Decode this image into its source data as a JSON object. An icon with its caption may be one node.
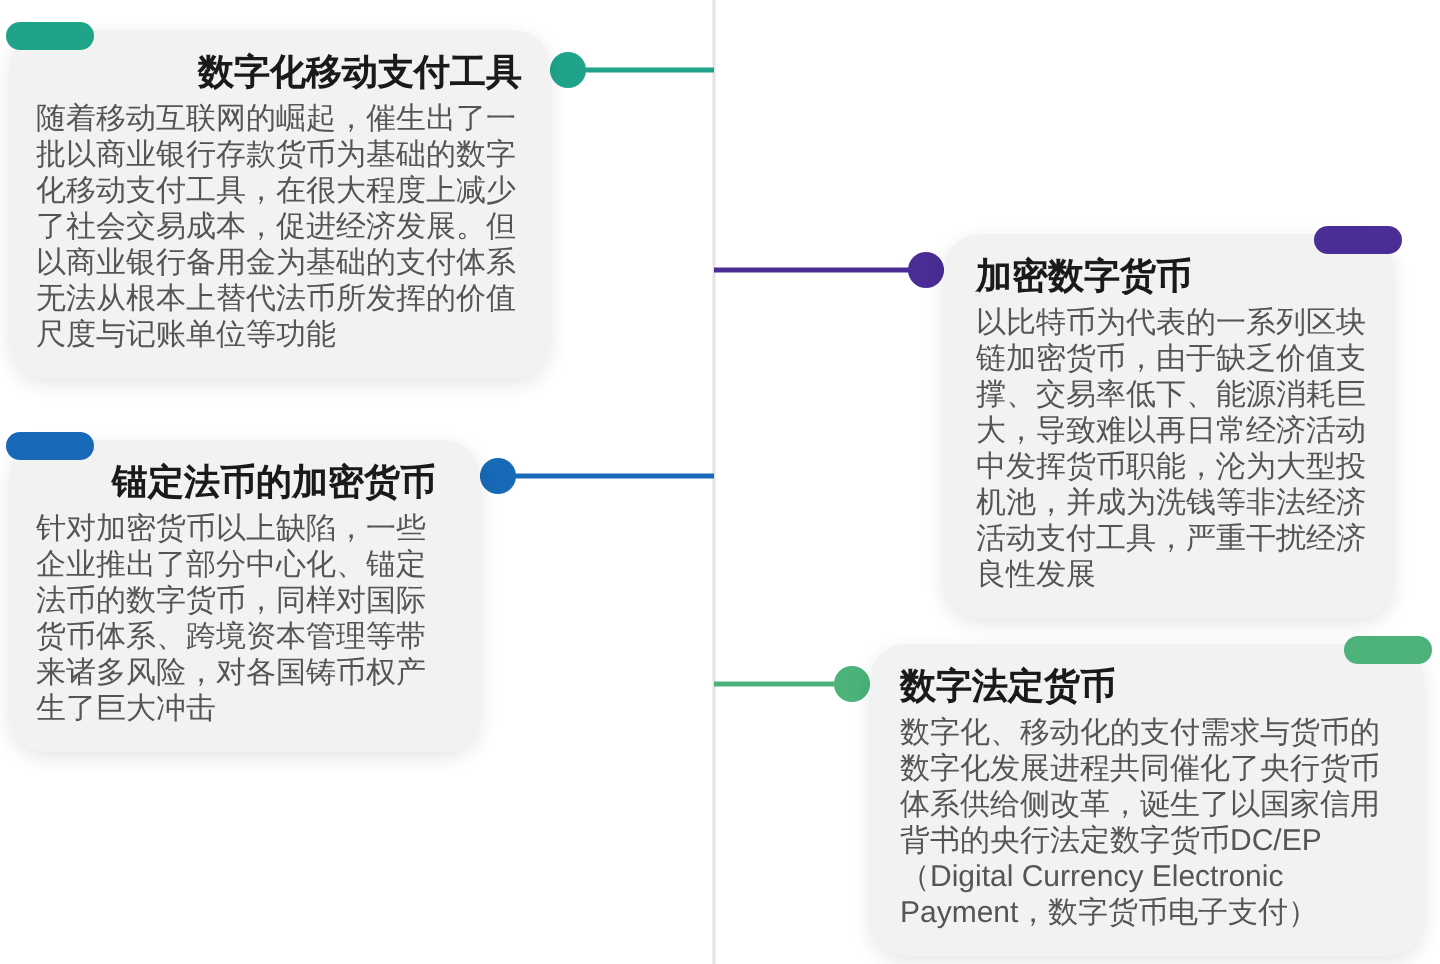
{
  "diagram": {
    "nodes": [
      {
        "text": [
          "数字化移动支付工具",
          "随着移动互联网的崛起，催生出了一批以商业银行存款货币为基础的数字化移动支付工具，在很大程度上减少了社会交易成本，促进经济发展。但以商业银行备用金为基础的支付体系无法从根本上替代法币所发挥的价值尺度与记账单位等功能"
        ]
      },
      {
        "text": [
          "加密数字货币",
          "以比特币为代表的一系列区块链加密货币，由于缺乏价值支撑、交易率低下、能源消耗巨大，导致难以再日常经济活动中发挥货币职能，沦为大型投机池，并成为洗钱等非法经济活动支付工具，严重干扰经济良性发展"
        ]
      },
      {
        "text": [
          "锚定法币的加密货币",
          "针对加密货币以上缺陷，一些企业推出了部分中心化、锚定法币的数字货币，同样对国际货币体系、跨境资本管理等带来诸多风险，对各国铸币权产生了巨大冲击"
        ]
      },
      {
        "text": [
          "数字法定货币",
          "数字化、移动化的支付需求与货币的数字化发展进程共同催化了央行货币体系供给侧改革，诞生了以国家信用背书的央行法定数字货币DC/EP（Digital Currency Electronic Payment，数字货币电子支付）"
        ]
      }
    ],
    "edges": [
      {
        "from": null,
        "to": 0,
        "arrow": "other",
        "color": "#1fa48a"
      },
      {
        "from": null,
        "to": 1,
        "arrow": "other",
        "color": "#4a2d95"
      },
      {
        "from": null,
        "to": 2,
        "arrow": "other",
        "color": "#1869b8"
      },
      {
        "from": null,
        "to": 3,
        "arrow": "other",
        "color": "#4cb27a"
      }
    ]
  }
}
